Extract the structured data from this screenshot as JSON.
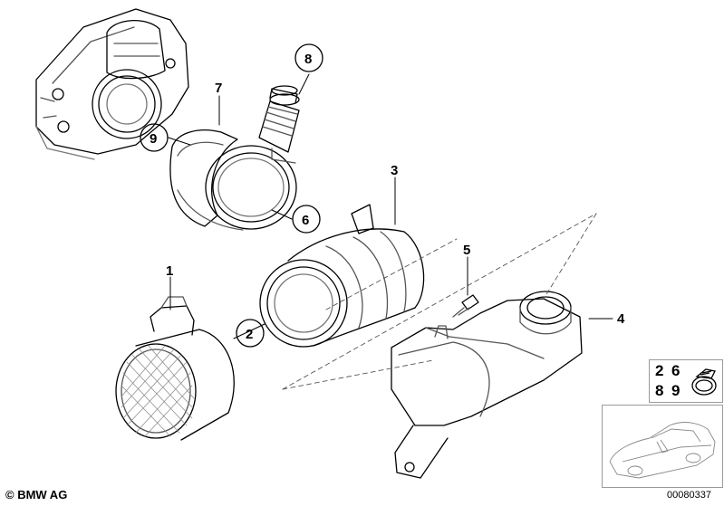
{
  "callouts": {
    "p1": "1",
    "p2": "2",
    "p3": "3",
    "p4": "4",
    "p5": "5",
    "p6": "6",
    "p7": "7",
    "p8": "8",
    "p9": "9"
  },
  "legend": {
    "a": "2",
    "b": "6",
    "c": "8",
    "d": "9"
  },
  "footer": {
    "copyright": "© BMW AG",
    "doc_id": "00080337"
  },
  "icons": [
    "hose-clamp-icon",
    "car-silhouette-icon"
  ]
}
